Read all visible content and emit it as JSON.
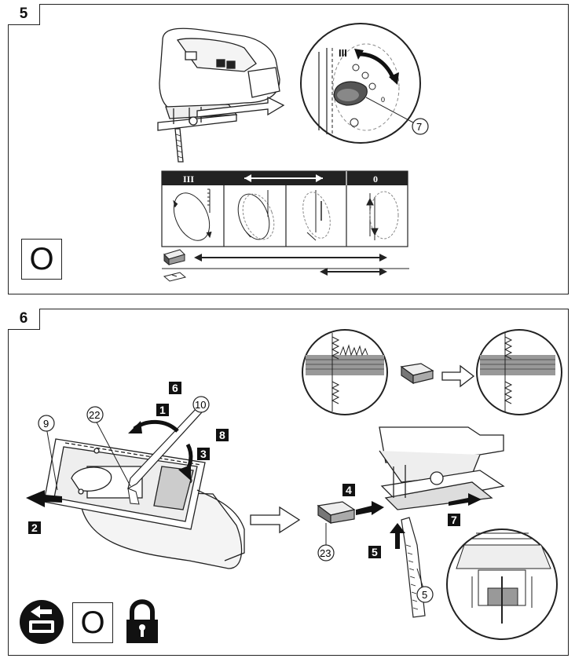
{
  "panel5": {
    "number": "5",
    "pendulum_symbol": "O",
    "zoom_callout": "7",
    "zoom_marks": [
      "III",
      "0"
    ],
    "table_headers": [
      "III",
      "0"
    ],
    "material_rows": [
      "thick-workpiece-icon",
      "thin-sheet-icon"
    ]
  },
  "panel6": {
    "number": "6",
    "callouts": {
      "c9": "9",
      "c22": "22",
      "c10": "10",
      "c23": "23",
      "c5": "5"
    },
    "steps": [
      "1",
      "2",
      "3",
      "4",
      "5",
      "6",
      "7",
      "8"
    ],
    "pendulum_symbol": "O",
    "icons": [
      "remove-battery-icon",
      "lock-icon"
    ]
  },
  "colors": {
    "line": "#222222",
    "fill": "#111111",
    "dash": "#888888"
  }
}
